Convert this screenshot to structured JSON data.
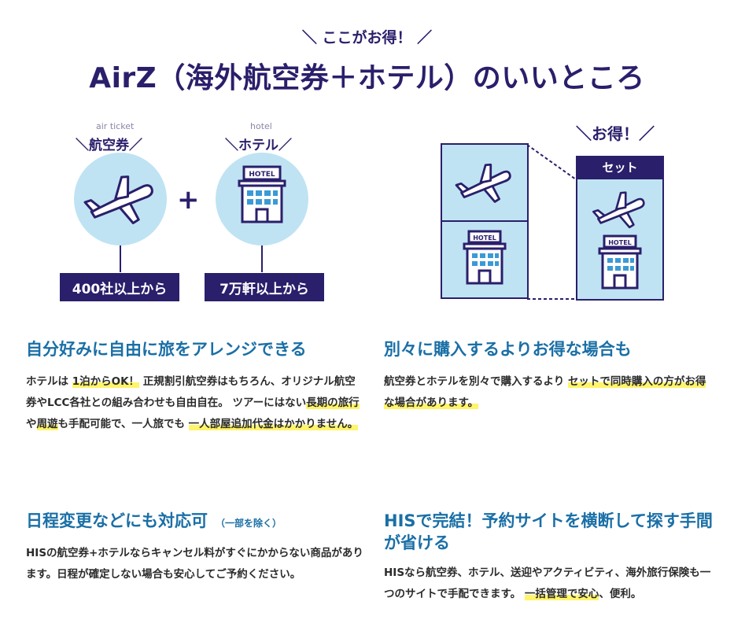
{
  "header": {
    "kicker": "＼ ここがお得！ ／",
    "title": "AirZ（海外航空券＋ホテル）のいいところ"
  },
  "illustration_left": {
    "air_en": "air ticket",
    "air_label": "＼航空券／",
    "hotel_en": "hotel",
    "hotel_label": "＼ホテル／",
    "plus": "+",
    "air_badge": "400社以上から",
    "hotel_badge": "7万軒以上から",
    "hotel_sign": "HOTEL"
  },
  "illustration_right": {
    "otoku": "＼お得！／",
    "set_label": "セット",
    "hotel_sign": "HOTEL"
  },
  "features": [
    {
      "title": "自分好みに自由に旅をアレンジできる",
      "body_parts": [
        {
          "text": "ホテルは ",
          "hl": false
        },
        {
          "text": "1泊からOK！",
          "hl": true
        },
        {
          "text": " 正規割引航空券はもちろん、オリジナル航空券やLCC各社との組み合わせも自由自在。 ツアーにはない",
          "hl": false
        },
        {
          "text": "長期の旅行",
          "hl": true
        },
        {
          "text": "や",
          "hl": false
        },
        {
          "text": "周遊",
          "hl": true
        },
        {
          "text": "も手配可能で、一人旅でも ",
          "hl": false
        },
        {
          "text": "一人部屋追加代金はかかりません。",
          "hl": true
        }
      ]
    },
    {
      "title": "別々に購入するよりお得な場合も",
      "body_parts": [
        {
          "text": "航空券とホテルを別々で購入するより ",
          "hl": false
        },
        {
          "text": "セットで同時購入の方がお得な場合があります。",
          "hl": true
        }
      ]
    },
    {
      "title": "日程変更などにも対応可",
      "title_sub": "（一部を除く）",
      "body_parts": [
        {
          "text": "HISの航空券+ホテルならキャンセル料がすぐにかからない商品があります。日程が確定しない場合も安心してご予約ください。",
          "hl": false
        }
      ]
    },
    {
      "title": "HISで完結！予約サイトを横断して探す手間が省ける",
      "body_parts": [
        {
          "text": "HISなら航空券、ホテル、送迎やアクティビティ、海外旅行保険も一つのサイトで手配できます。 ",
          "hl": false
        },
        {
          "text": "一括管理で安心",
          "hl": true
        },
        {
          "text": "、便利。",
          "hl": false
        }
      ]
    }
  ],
  "colors": {
    "navy": "#2a1f6b",
    "light_blue": "#bfe3f3",
    "title_blue": "#1a6fa6",
    "highlight": "#fff46b"
  }
}
